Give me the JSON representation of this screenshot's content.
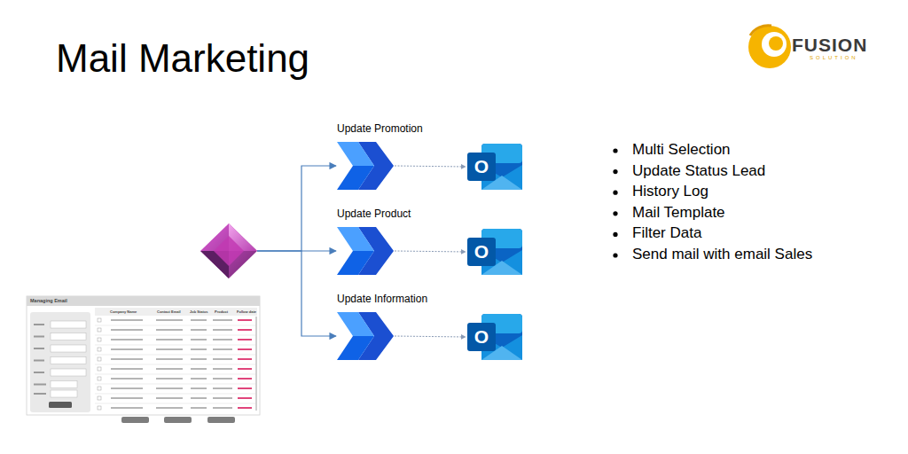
{
  "diagram": {
    "title": "Mail Marketing",
    "nodes": [
      {
        "text": []
      },
      {
        "text": [
          "Update Promotion"
        ]
      },
      {
        "text": [
          "O"
        ]
      },
      {
        "text": [
          "Update Product"
        ]
      },
      {
        "text": [
          "O"
        ]
      },
      {
        "text": [
          "Update Information"
        ]
      },
      {
        "text": [
          "O"
        ]
      }
    ],
    "edges": [
      {
        "from": 0,
        "to": 1,
        "arrow": "to"
      },
      {
        "from": 0,
        "to": 3,
        "arrow": "to"
      },
      {
        "from": 0,
        "to": 5,
        "arrow": "to"
      },
      {
        "from": 1,
        "to": 2,
        "arrow": "to"
      },
      {
        "from": 3,
        "to": 4,
        "arrow": "to"
      },
      {
        "from": 5,
        "to": 6,
        "arrow": "to"
      }
    ],
    "labels": [
      "FUSION",
      "SOLUTION",
      "Multi Selection",
      "Update Status Lead",
      "History Log",
      "Mail Template",
      "Filter Data",
      "Send mail with email Sales",
      "Managing Email",
      "Company Name",
      "Contact Email",
      "Job Status",
      "Product",
      "Follow date"
    ]
  }
}
